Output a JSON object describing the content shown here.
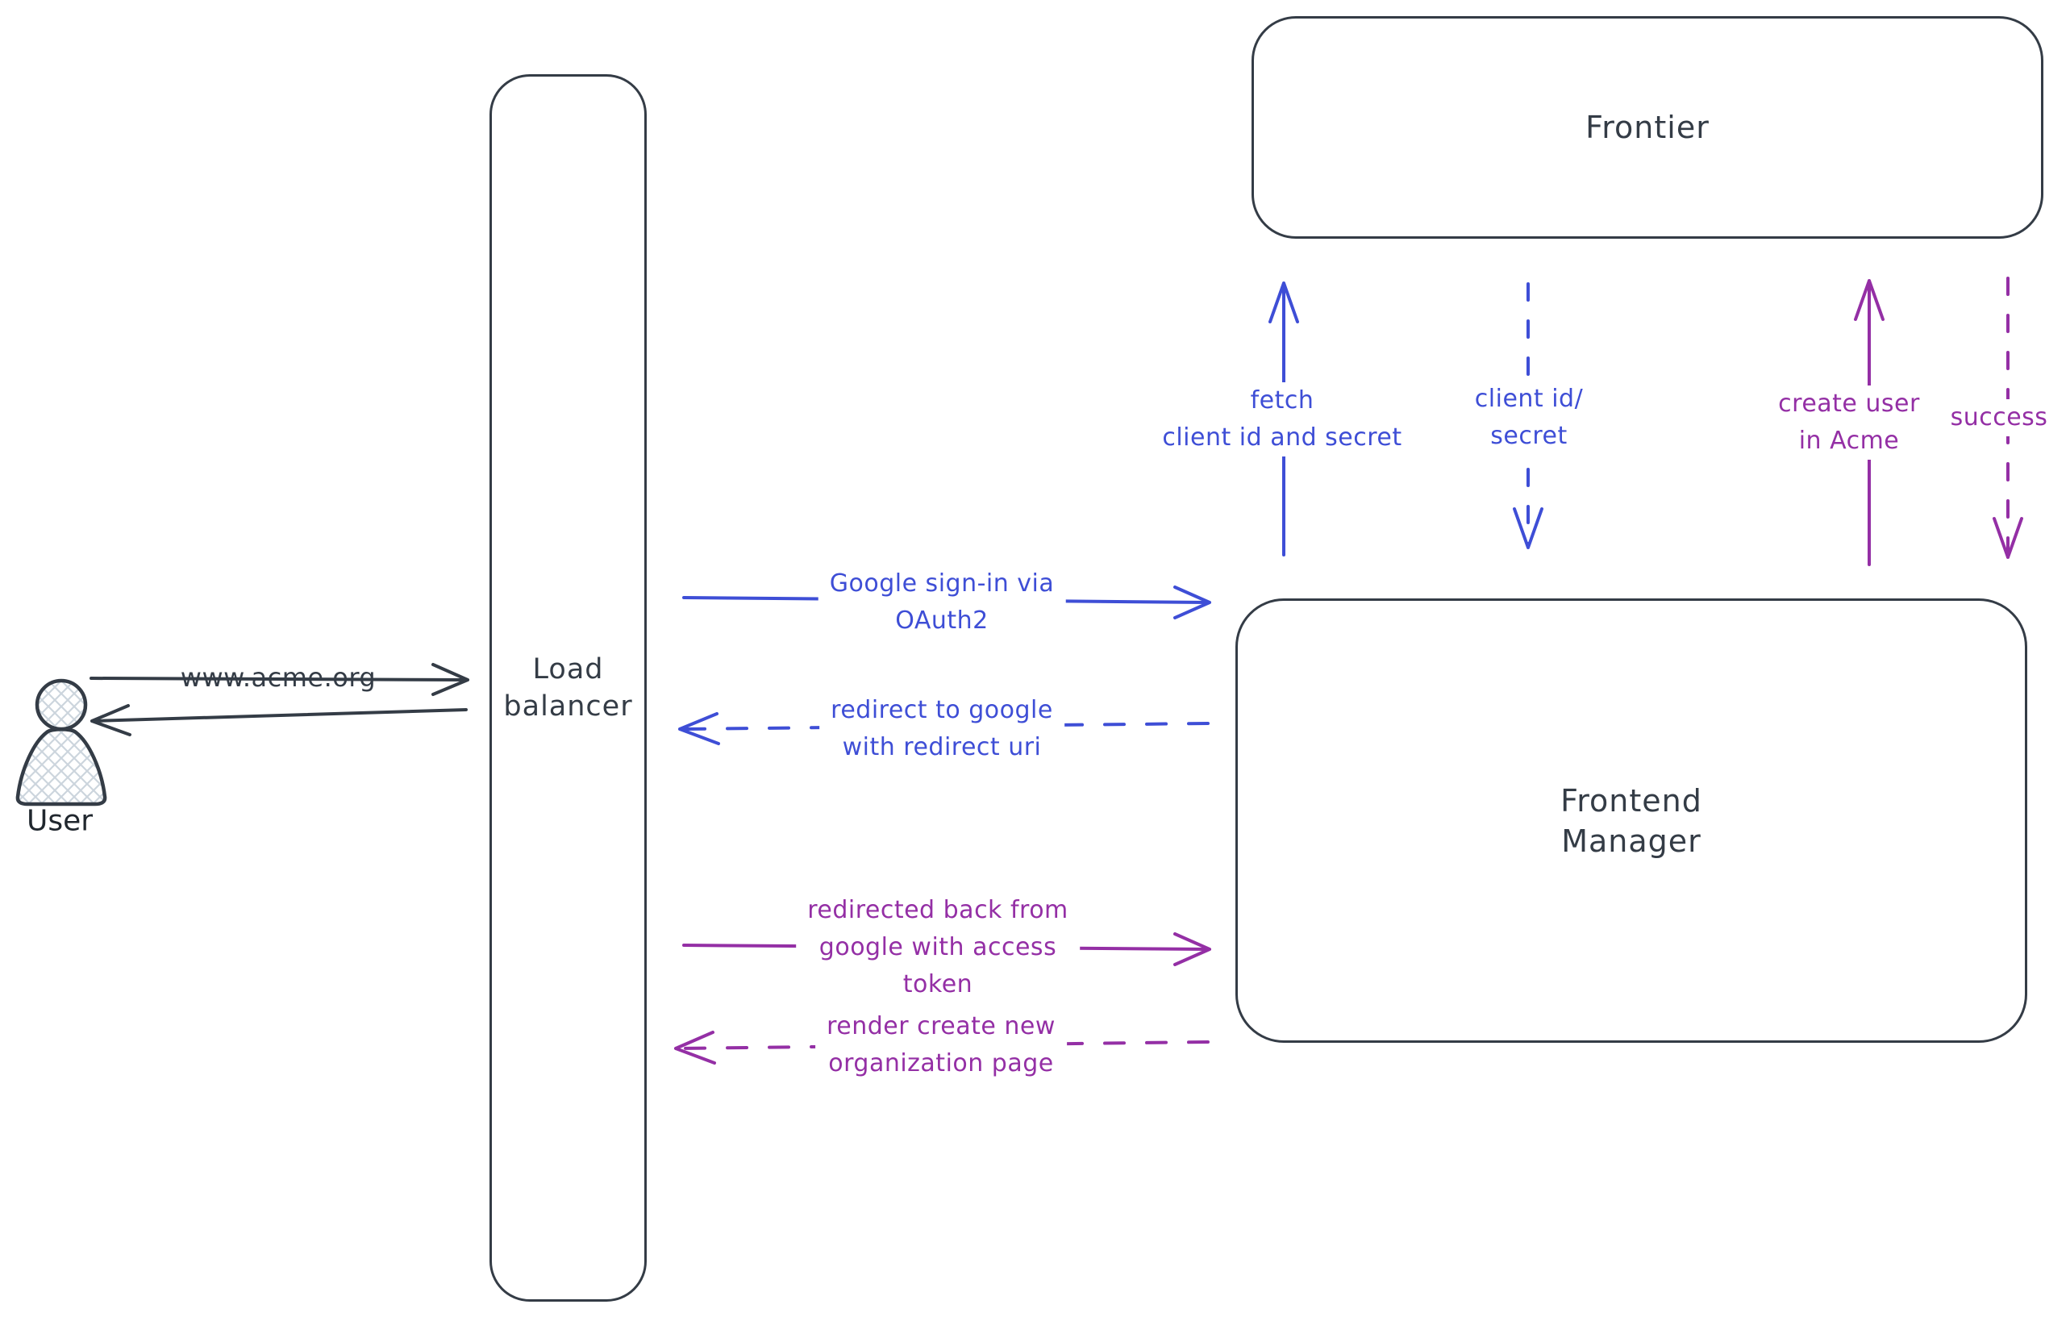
{
  "colors": {
    "ink": "#343c46",
    "blue": "#3e4ed6",
    "purple": "#942fa5",
    "hatch": "#ccd5dd"
  },
  "nodes": {
    "user": {
      "label": "User"
    },
    "load_balancer": {
      "lines": [
        "Load",
        "balancer"
      ]
    },
    "frontier": {
      "label": "Frontier"
    },
    "frontend_manager": {
      "lines": [
        "Frontend",
        "Manager"
      ]
    }
  },
  "edges": {
    "acme_request": {
      "label": "www.acme.org",
      "style": "solid",
      "color": "ink",
      "from": "user",
      "to": "load_balancer"
    },
    "google_signin": {
      "lines": [
        "Google sign-in via",
        "OAuth2"
      ],
      "style": "solid",
      "color": "blue",
      "from": "load_balancer",
      "to": "frontend_manager"
    },
    "redirect_google": {
      "lines": [
        "redirect to google",
        "with redirect uri"
      ],
      "style": "dashed",
      "color": "blue",
      "from": "frontend_manager",
      "to": "load_balancer"
    },
    "redirected_back": {
      "lines": [
        "redirected back from",
        "google with access",
        "token"
      ],
      "style": "solid",
      "color": "purple",
      "from": "load_balancer",
      "to": "frontend_manager"
    },
    "render_org_page": {
      "lines": [
        "render create new",
        "organization page"
      ],
      "style": "dashed",
      "color": "purple",
      "from": "frontend_manager",
      "to": "load_balancer"
    },
    "fetch_client": {
      "lines": [
        "fetch",
        "client id and secret"
      ],
      "style": "solid",
      "color": "blue",
      "from": "frontend_manager",
      "to": "frontier"
    },
    "client_id_secret": {
      "lines": [
        "client id/",
        "secret"
      ],
      "style": "dashed",
      "color": "blue",
      "from": "frontier",
      "to": "frontend_manager"
    },
    "create_user": {
      "lines": [
        "create user",
        "in Acme"
      ],
      "style": "solid",
      "color": "purple",
      "from": "frontend_manager",
      "to": "frontier"
    },
    "success": {
      "label": "success",
      "style": "dashed",
      "color": "purple",
      "from": "frontier",
      "to": "frontend_manager"
    }
  }
}
